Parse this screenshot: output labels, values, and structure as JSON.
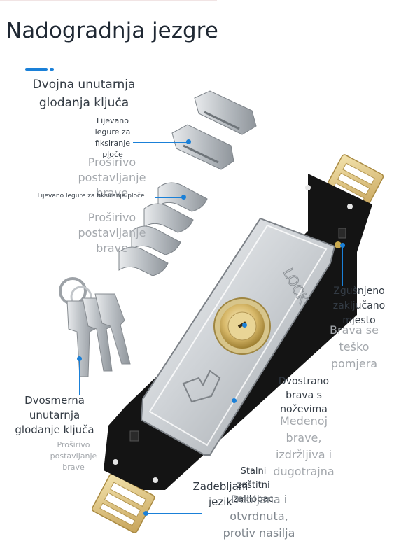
{
  "title": "Nadogradnja jezgre",
  "key_milling": "Dvojna unutarnja\nglodanja ključa",
  "alloy_plate": "Lijevano\nlegure za\nfiksiranje\nploče",
  "expand_1": "Proširivo\npostavljanje\nbrave",
  "alloy_inline": "Lijevano legure za fiksiranje ploče",
  "expand_2": "Proširivo\npostavljanje\nbrave",
  "lock_place": "Zgušnjeno\nzaključano\nmjesto",
  "hard_move": "Brava se\nteško\npomjera",
  "blade_lock": "Dvostrano\nbrava s\nnoževima",
  "brass": "Medenoj\nbrave,\nizdržljiva i\ndugotrajna",
  "two_way": "Dvosmerna\nunutarnja\nglodanje ključa",
  "expand_3": "Proširivo\npostavljanje\nbrave",
  "fixed_lock": "Stalni\nzaštitni\nzaklopac",
  "thick_tongue": "Zadebljani\njezik",
  "anti_force": "Debljana i\notvrdnuta,\nprotiv nasilja",
  "lock_emboss": "LOCK",
  "colors": {
    "accent": "#1a80d8",
    "heading": "#1f2833",
    "muted": "#a4a8ad"
  }
}
